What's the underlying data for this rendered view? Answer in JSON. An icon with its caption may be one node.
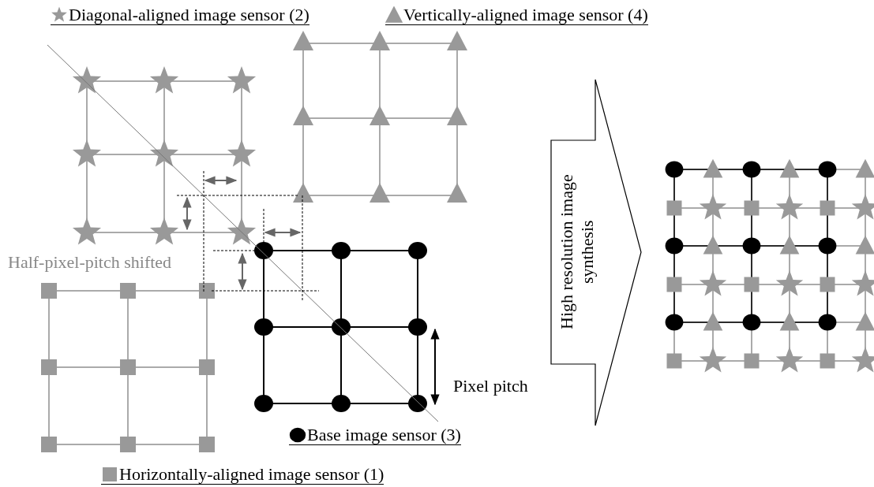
{
  "diagram": {
    "nodes": [
      {
        "text": [
          "High resolution image synthesis"
        ]
      }
    ],
    "labels": [
      "Half-pixel-pitch shifted",
      "Pixel pitch"
    ],
    "legend": [
      {
        "text": "Diagonal-aligned image sensor (2)"
      },
      {
        "text": "Vertically-aligned image sensor (4)"
      },
      {
        "text": "Base image sensor (3)"
      },
      {
        "text": "Horizontally-aligned image sensor (1)"
      }
    ]
  }
}
